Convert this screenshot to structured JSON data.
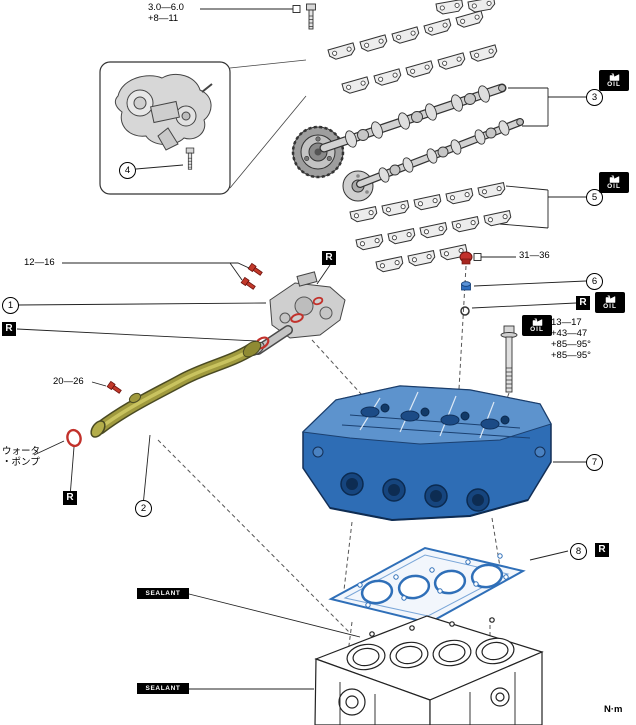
{
  "units_label": "N·m",
  "badges": {
    "r": "R",
    "oil": "OIL",
    "sealant": "SEALANT"
  },
  "callouts": {
    "c1": "1",
    "c2": "2",
    "c3": "3",
    "c4": "4",
    "c5": "5",
    "c6": "6",
    "c7": "7",
    "c8": "8"
  },
  "torques": {
    "cam_cap_bolt": {
      "l1": "3.0—6.0",
      "l2": "+8—11"
    },
    "water_outlet_bolts": "12—16",
    "water_pipe_bolt": "20—26",
    "camshaft_cap_plug": "31—36",
    "cylinder_head_bolt": {
      "l1": "13—17",
      "l2": "+43—47",
      "l3": "+85—95°",
      "l4": "+85—95°"
    }
  },
  "annotations": {
    "water_pump_line1": "ウォータ",
    "water_pump_line2": "・ポンプ"
  }
}
